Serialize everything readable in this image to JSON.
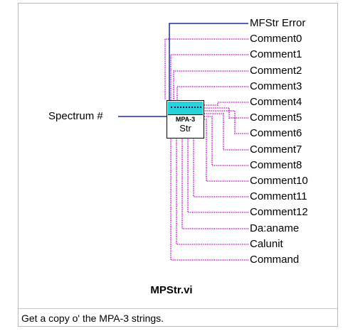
{
  "vi": {
    "title": "MPStr.vi",
    "description": "Get a copy o' the MPA-3 strings.",
    "icon_line1": "MPA-3",
    "icon_line2": "Str"
  },
  "input_terminal": {
    "label": "Spectrum #"
  },
  "output_terminals": [
    "MFStr Error",
    "Comment0",
    "Comment1",
    "Comment2",
    "Comment3",
    "Comment4",
    "Comment5",
    "Comment6",
    "Comment7",
    "Comment8",
    "Comment10",
    "Comment11",
    "Comment12",
    "Da:aname",
    "Calunit",
    "Command"
  ],
  "colors": {
    "error_wire": "#1f2fa0",
    "string_wire": "#cc00cc",
    "numeric_wire": "#1f2fa0",
    "icon_band": "#29d2d8"
  }
}
